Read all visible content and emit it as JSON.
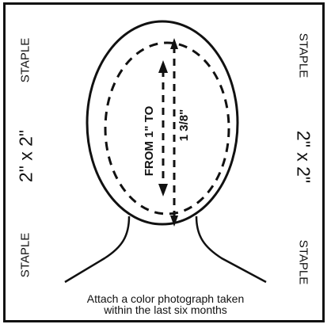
{
  "left_column": {
    "staple_top": "STAPLE",
    "size": "2\" x 2\"",
    "staple_bottom": "STAPLE"
  },
  "right_column": {
    "staple_top": "STAPLE",
    "size": "2\" x 2\"",
    "staple_bottom": "STAPLE"
  },
  "diagram": {
    "measure_label_1": "FROM 1\" TO",
    "measure_label_2": "1 3/8\""
  },
  "caption": {
    "line1": "Attach a color photograph taken",
    "line2": "within the last six months"
  },
  "colors": {
    "ink": "#111111",
    "background": "#ffffff"
  }
}
